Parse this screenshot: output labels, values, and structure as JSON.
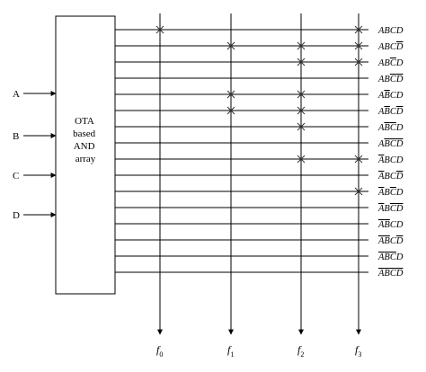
{
  "block": {
    "lines": [
      "OTA",
      "based",
      "AND",
      "array"
    ]
  },
  "inputs": [
    "A",
    "B",
    "C",
    "D"
  ],
  "outputs": [
    {
      "base": "f",
      "sub": "0"
    },
    {
      "base": "f",
      "sub": "1"
    },
    {
      "base": "f",
      "sub": "2"
    },
    {
      "base": "f",
      "sub": "3"
    }
  ],
  "product_terms": [
    {
      "letters": [
        "A",
        "B",
        "C",
        "D"
      ],
      "bars": [
        false,
        false,
        false,
        false
      ],
      "marks": [
        true,
        false,
        false,
        true
      ]
    },
    {
      "letters": [
        "A",
        "B",
        "C",
        "D"
      ],
      "bars": [
        false,
        false,
        false,
        true
      ],
      "marks": [
        false,
        true,
        true,
        true
      ]
    },
    {
      "letters": [
        "A",
        "B",
        "C",
        "D"
      ],
      "bars": [
        false,
        false,
        true,
        false
      ],
      "marks": [
        false,
        false,
        true,
        true
      ]
    },
    {
      "letters": [
        "A",
        "B",
        "C",
        "D"
      ],
      "bars": [
        false,
        false,
        true,
        true
      ],
      "marks": [
        false,
        false,
        false,
        false
      ]
    },
    {
      "letters": [
        "A",
        "B",
        "C",
        "D"
      ],
      "bars": [
        false,
        true,
        false,
        false
      ],
      "marks": [
        false,
        true,
        true,
        false
      ]
    },
    {
      "letters": [
        "A",
        "B",
        "C",
        "D"
      ],
      "bars": [
        false,
        true,
        false,
        true
      ],
      "marks": [
        false,
        true,
        true,
        false
      ]
    },
    {
      "letters": [
        "A",
        "B",
        "C",
        "D"
      ],
      "bars": [
        false,
        true,
        true,
        false
      ],
      "marks": [
        false,
        false,
        true,
        false
      ]
    },
    {
      "letters": [
        "A",
        "B",
        "C",
        "D"
      ],
      "bars": [
        false,
        true,
        true,
        true
      ],
      "marks": [
        false,
        false,
        false,
        false
      ]
    },
    {
      "letters": [
        "A",
        "B",
        "C",
        "D"
      ],
      "bars": [
        true,
        false,
        false,
        false
      ],
      "marks": [
        false,
        false,
        true,
        true
      ]
    },
    {
      "letters": [
        "A",
        "B",
        "C",
        "D"
      ],
      "bars": [
        true,
        false,
        false,
        true
      ],
      "marks": [
        false,
        false,
        false,
        false
      ]
    },
    {
      "letters": [
        "A",
        "B",
        "C",
        "D"
      ],
      "bars": [
        true,
        false,
        true,
        false
      ],
      "marks": [
        false,
        false,
        false,
        true
      ]
    },
    {
      "letters": [
        "A",
        "B",
        "C",
        "D"
      ],
      "bars": [
        true,
        false,
        true,
        true
      ],
      "marks": [
        false,
        false,
        false,
        false
      ]
    },
    {
      "letters": [
        "A",
        "B",
        "C",
        "D"
      ],
      "bars": [
        true,
        true,
        false,
        false
      ],
      "marks": [
        false,
        false,
        false,
        false
      ]
    },
    {
      "letters": [
        "A",
        "B",
        "C",
        "D"
      ],
      "bars": [
        true,
        true,
        false,
        true
      ],
      "marks": [
        false,
        false,
        false,
        false
      ]
    },
    {
      "letters": [
        "A",
        "B",
        "C",
        "D"
      ],
      "bars": [
        true,
        true,
        true,
        false
      ],
      "marks": [
        false,
        false,
        false,
        false
      ]
    },
    {
      "letters": [
        "A",
        "B",
        "C",
        "D"
      ],
      "bars": [
        true,
        true,
        true,
        true
      ],
      "marks": [
        false,
        false,
        false,
        false
      ]
    }
  ]
}
